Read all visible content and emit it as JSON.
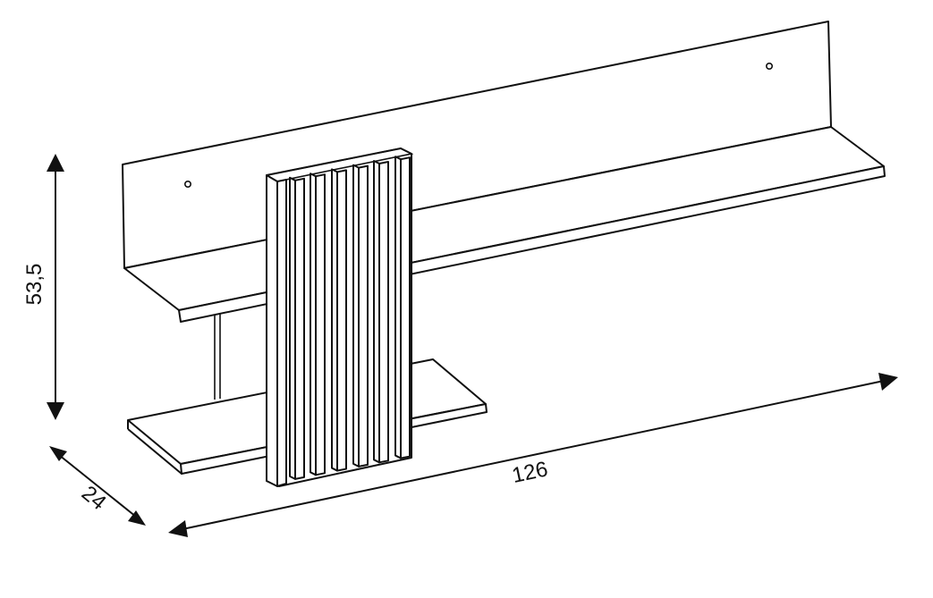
{
  "drawing": {
    "dimensions": {
      "height": "53,5",
      "depth": "24",
      "width": "126"
    },
    "colors": {
      "line": "#111111",
      "background": "#ffffff"
    }
  }
}
